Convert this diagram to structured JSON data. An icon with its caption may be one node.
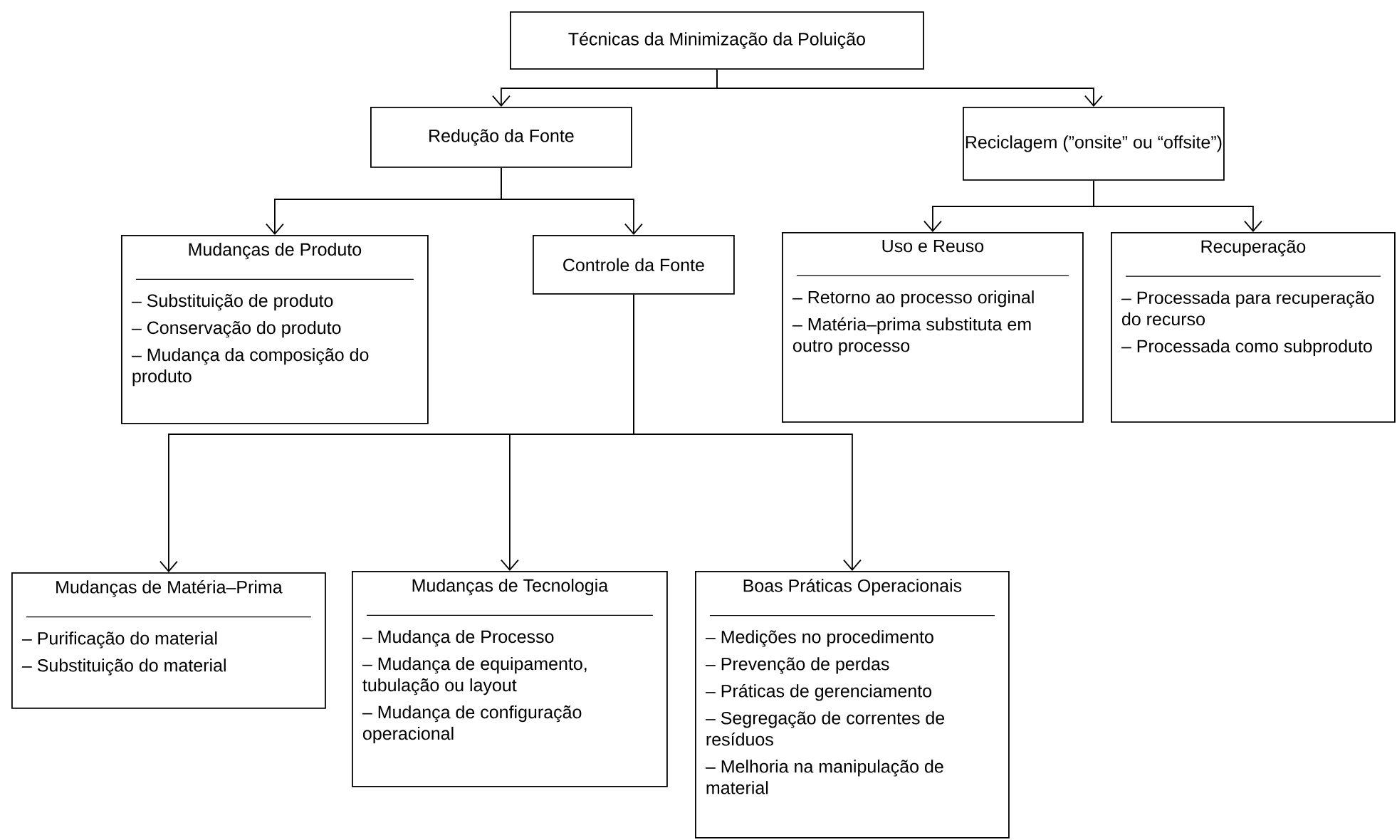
{
  "diagram": {
    "nodes": [
      {
        "text": [
          "Técnicas da Minimização da Poluição"
        ]
      },
      {
        "text": [
          "Redução da Fonte"
        ]
      },
      {
        "text": [
          "Reciclagem (”onsite” ou “offsite”)"
        ]
      },
      {
        "text": [
          "Mudanças de Produto",
          "– Substituição de produto",
          "– Conservação do produto",
          "– Mudança da composição do produto"
        ]
      },
      {
        "text": [
          "Controle da Fonte"
        ]
      },
      {
        "text": [
          "Uso e Reuso",
          "– Retorno ao processo original",
          "– Matéria–prima substituta em outro processo"
        ]
      },
      {
        "text": [
          "Recuperação",
          "– Processada para recuperação do recurso",
          "– Processada como subproduto"
        ]
      },
      {
        "text": [
          "Mudanças de Matéria–Prima",
          "– Purificação do material",
          "– Substituição do material"
        ]
      },
      {
        "text": [
          "Mudanças de Tecnologia",
          "– Mudança de Processo",
          "– Mudança de equipamento, tubulação ou layout",
          "– Mudança de configuração operacional"
        ]
      },
      {
        "text": [
          "Boas Práticas Operacionais",
          "– Medições no procedimento",
          "– Prevenção de perdas",
          "– Práticas de gerenciamento",
          "– Segregação de correntes de resíduos",
          "– Melhoria na manipulação de material"
        ]
      }
    ],
    "edges": [
      {
        "from": 0,
        "to": 1,
        "arrow": "to"
      },
      {
        "from": 0,
        "to": 2,
        "arrow": "to"
      },
      {
        "from": 1,
        "to": 3,
        "arrow": "to"
      },
      {
        "from": 1,
        "to": 4,
        "arrow": "to"
      },
      {
        "from": 2,
        "to": 5,
        "arrow": "to"
      },
      {
        "from": 2,
        "to": 6,
        "arrow": "to"
      },
      {
        "from": 4,
        "to": 7,
        "arrow": "to"
      },
      {
        "from": 4,
        "to": 8,
        "arrow": "to"
      },
      {
        "from": 4,
        "to": 9,
        "arrow": "to"
      }
    ]
  }
}
